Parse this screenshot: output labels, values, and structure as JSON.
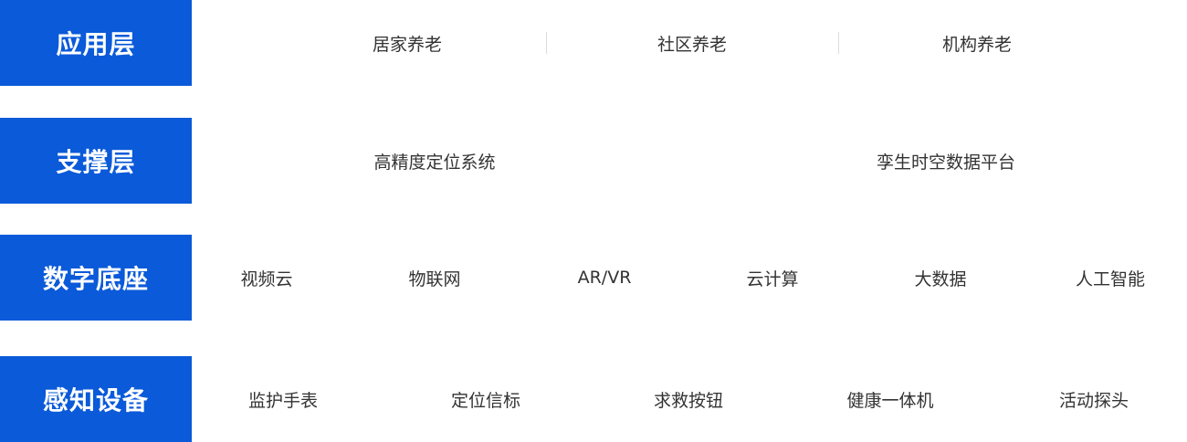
{
  "layers": [
    {
      "label": "应用层",
      "items": [
        "居家养老",
        "社区养老",
        "机构养老"
      ]
    },
    {
      "label": "支撑层",
      "items": [
        "高精度定位系统",
        "孪生时空数据平台"
      ]
    },
    {
      "label": "数字底座",
      "items": [
        "视频云",
        "物联网",
        "AR/VR",
        "云计算",
        "大数据",
        "人工智能"
      ]
    },
    {
      "label": "感知设备",
      "items": [
        "监护手表",
        "定位信标",
        "求救按钮",
        "健康一体机",
        "活动探头"
      ]
    }
  ],
  "colors": {
    "label_bg": "#0a5ad9",
    "label_text": "#ffffff",
    "item_text": "#333333",
    "divider": "#dcdcdc"
  }
}
